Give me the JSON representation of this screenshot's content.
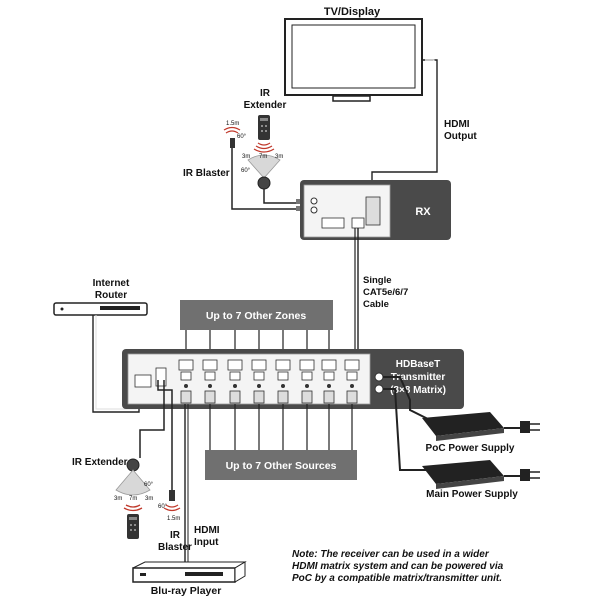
{
  "labels": {
    "tv_display": "TV/Display",
    "hdmi_output_1": "HDMI",
    "hdmi_output_2": "Output",
    "ir_extender_top_1": "IR",
    "ir_extender_top_2": "Extender",
    "ir_blaster_top": "IR Blaster",
    "rx": "RX",
    "single_1": "Single",
    "single_2": "CAT5e/6/7",
    "single_3": "Cable",
    "internet_router_1": "Internet",
    "internet_router_2": "Router",
    "other_zones": "Up to 7 Other Zones",
    "hdbaset_1": "HDBaseT",
    "hdbaset_2": "Transmitter",
    "hdbaset_3": "(8×8 Matrix)",
    "poc_power": "PoC Power Supply",
    "main_power": "Main Power Supply",
    "other_sources": "Up to 7 Other Sources",
    "ir_extender_bottom": "IR Extender",
    "ir_blaster_bottom_1": "IR",
    "ir_blaster_bottom_2": "Blaster",
    "hdmi_input_1": "HDMI",
    "hdmi_input_2": "Input",
    "bluray": "Blu-ray Player",
    "note_1": "Note: The receiver can be used in a wider",
    "note_2": "HDMI matrix system and can be powered via",
    "note_3": "PoC by a compatible matrix/transmitter unit."
  },
  "ir_specs": {
    "top_blaster_range": "1.5m",
    "top_blaster_angle": "60°",
    "top_extender_left": "3m",
    "top_extender_mid": "7m",
    "top_extender_right": "3m",
    "top_extender_angle": "60°",
    "bottom_extender_angle": "60°",
    "bottom_extender_left": "3m",
    "bottom_extender_mid": "7m",
    "bottom_extender_right": "3m",
    "bottom_blaster_angle": "60°",
    "bottom_blaster_range": "1.5m"
  },
  "colors": {
    "device_fill": "#4a4a4a",
    "device_panel": "#f4f4f4",
    "cable": "#222222",
    "ir_wave": "#c0392b"
  }
}
